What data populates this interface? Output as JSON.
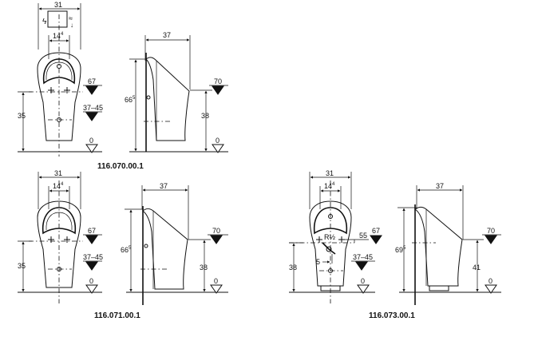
{
  "products": [
    {
      "code": "116.070.00.1",
      "front": {
        "width": "31",
        "bowl_width": "14",
        "bowl_width_sup": "4",
        "outlet_height": "35",
        "inlet_range": "37–45",
        "level_inlet": "67",
        "level_floor": "0"
      },
      "side": {
        "depth": "37",
        "height": "66",
        "height_sup": "5",
        "outlet_height": "38",
        "level_top": "70",
        "level_floor": "0"
      }
    },
    {
      "code": "116.071.00.1",
      "front": {
        "width": "31",
        "bowl_width": "14",
        "bowl_width_sup": "4",
        "outlet_height": "35",
        "inlet_range": "37–45",
        "level_inlet": "67",
        "level_floor": "0"
      },
      "side": {
        "depth": "37",
        "height": "66",
        "height_sup": "5",
        "outlet_height": "38",
        "level_top": "70",
        "level_floor": "0"
      }
    },
    {
      "code": "116.073.00.1",
      "front": {
        "width": "31",
        "bowl_width": "14",
        "bowl_width_sup": "4",
        "outlet_height": "38",
        "inlet_range": "37–45",
        "level_inlet": "67",
        "level_floor": "0",
        "supply_label": "R½",
        "supply_height": "55",
        "supply_offset": "5"
      },
      "side": {
        "depth": "37",
        "height": "69",
        "height_sup": "5",
        "outlet_height": "41",
        "level_top": "70",
        "level_floor": "0"
      }
    }
  ]
}
